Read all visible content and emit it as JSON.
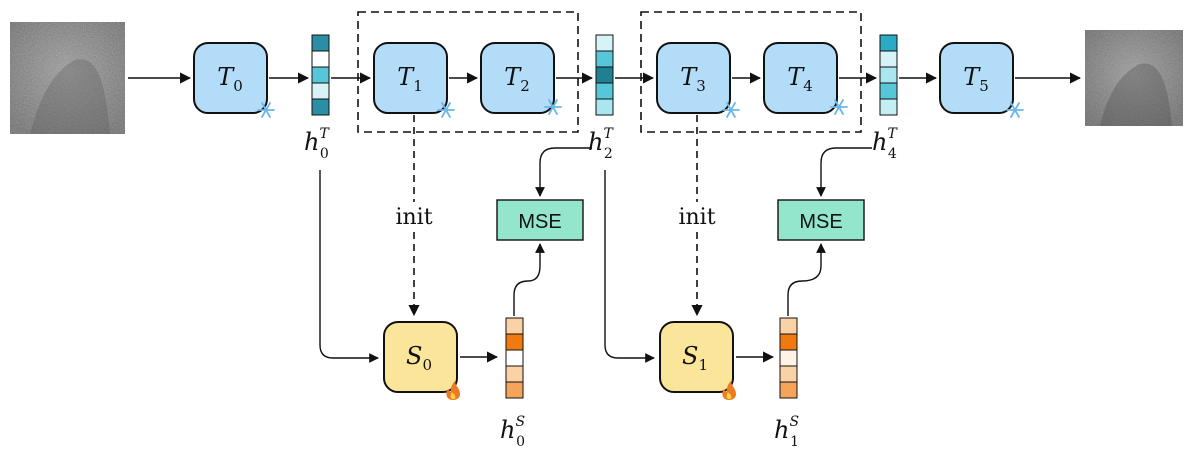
{
  "teachers": [
    {
      "label": "T",
      "sub": "0"
    },
    {
      "label": "T",
      "sub": "1"
    },
    {
      "label": "T",
      "sub": "2"
    },
    {
      "label": "T",
      "sub": "3"
    },
    {
      "label": "T",
      "sub": "4"
    },
    {
      "label": "T",
      "sub": "5"
    }
  ],
  "students": [
    {
      "label": "S",
      "sub": "0"
    },
    {
      "label": "S",
      "sub": "1"
    }
  ],
  "teacher_hidden": [
    {
      "label": "h",
      "sub": "0",
      "sup": "T"
    },
    {
      "label": "h",
      "sub": "2",
      "sup": "T"
    },
    {
      "label": "h",
      "sub": "4",
      "sup": "T"
    }
  ],
  "student_hidden": [
    {
      "label": "h",
      "sub": "0",
      "sup": "S"
    },
    {
      "label": "h",
      "sub": "1",
      "sup": "S"
    }
  ],
  "loss_label": "MSE",
  "init_label": "init",
  "colors": {
    "teacher_fill": "#b3dcf8",
    "student_fill": "#fbe59b",
    "mse_fill": "#93e6cc",
    "frozen_icon": "#6ab7e8",
    "trainable_icon": "#f07a20"
  },
  "icons": {
    "teacher_badge": "snowflake-icon",
    "student_badge": "flame-icon"
  }
}
